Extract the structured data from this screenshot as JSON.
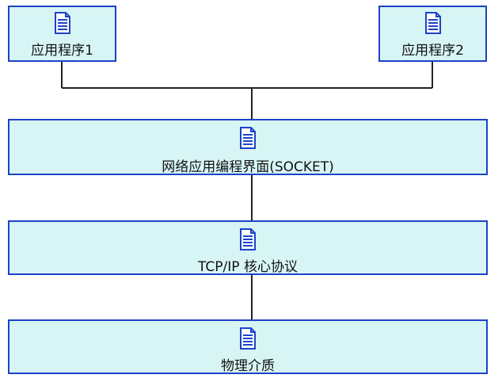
{
  "diagram": {
    "app1": {
      "label": "应用程序1",
      "icon": "document-icon"
    },
    "app2": {
      "label": "应用程序2",
      "icon": "document-icon"
    },
    "socket_layer": {
      "label": "网络应用编程界面(SOCKET)",
      "icon": "document-icon"
    },
    "tcpip_layer": {
      "label": "TCP/IP 核心协议",
      "icon": "document-icon"
    },
    "physical_layer": {
      "label": "物理介质",
      "icon": "document-icon"
    }
  },
  "colors": {
    "box_fill": "#d8f5f5",
    "box_border": "#1c43c9",
    "icon": "#1c43c9",
    "connector": "#222222"
  }
}
